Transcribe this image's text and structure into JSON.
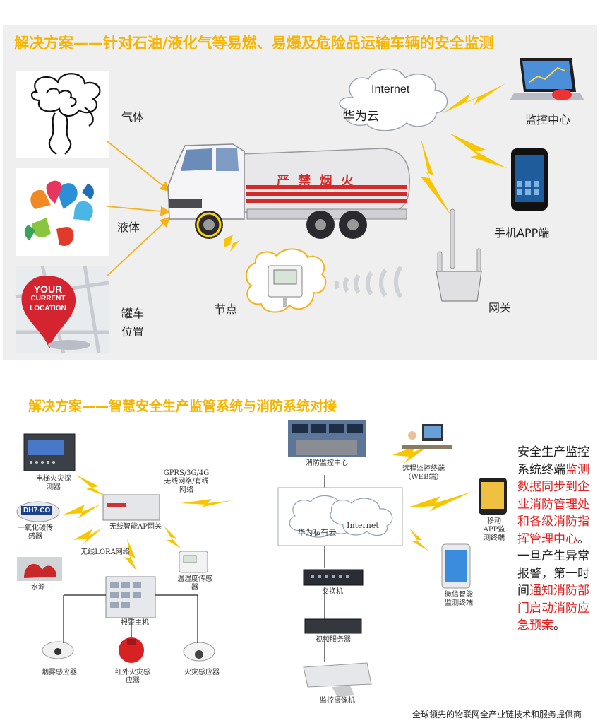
{
  "section1": {
    "title": "解决方案——针对石油/液化气等易燃、易爆及危险品运输车辆的安全监测",
    "gas_label": "气体",
    "liquid_label": "液体",
    "location_label_1": "罐车",
    "location_label_2": "位置",
    "location_badge_1": "YOUR",
    "location_badge_2": "CURRENT",
    "location_badge_3": "LOCATION",
    "truck_text": "严 禁 烟 火",
    "cloud_internet": "Internet",
    "cloud_huawei": "华为云",
    "monitor_center": "监控中心",
    "mobile_app": "手机APP端",
    "node_label": "节点",
    "gateway_label": "网关"
  },
  "section2": {
    "title": "解决方案——智慧安全生产监管系统与消防系统对接",
    "elevator_detector": "电梯火灾探测器",
    "co_sensor": "一氧化碳传感器",
    "co_brand": "DH7·CO",
    "water_source": "水源",
    "network_label": "GPRS/3G/4G 无线网络/有线网络",
    "lora_label": "无线LORA网络",
    "ap_gateway": "无线智能AP网关",
    "temp_humidity": "温湿度传感器",
    "alarm_host": "报警主机",
    "smoke_sensor": "烟雾感应器",
    "infrared_fire": "红外火灾感应器",
    "fire_sensor": "火灾感应器",
    "fire_monitor_center": "消防监控中心",
    "remote_terminal": "远程监控终端（WEB端）",
    "mobile_terminal": "移动APP监测终端",
    "wechat_terminal": "微信智能监测终端",
    "private_cloud": "华为私有云",
    "cloud_internet": "Internet",
    "switch": "交换机",
    "video_server": "视频服务器",
    "camera": "监控摄像机",
    "para_1": "安全生产监控系统终端",
    "para_2": "监测数据同步到企业消防管理处和各级消防指挥管理中心",
    "para_3": "。一旦产生异常报警，第一时间",
    "para_4": "通知消防部门启动消防应急预案",
    "para_5": "。"
  },
  "footer": "全球领先的物联网全产业链技术和服务提供商",
  "colors": {
    "title": "#f5b400",
    "lightning": "#f7c600",
    "highlight": "#e02020",
    "panel": "#efefef"
  },
  "icons": [
    "smoke-icon",
    "droplets-logo-icon",
    "location-pin-icon",
    "tank-truck-icon",
    "cloud-icon",
    "laptop-icon",
    "smartphone-icon",
    "sensor-node-icon",
    "signal-waves-icon",
    "gateway-router-icon",
    "lightning-icon"
  ]
}
